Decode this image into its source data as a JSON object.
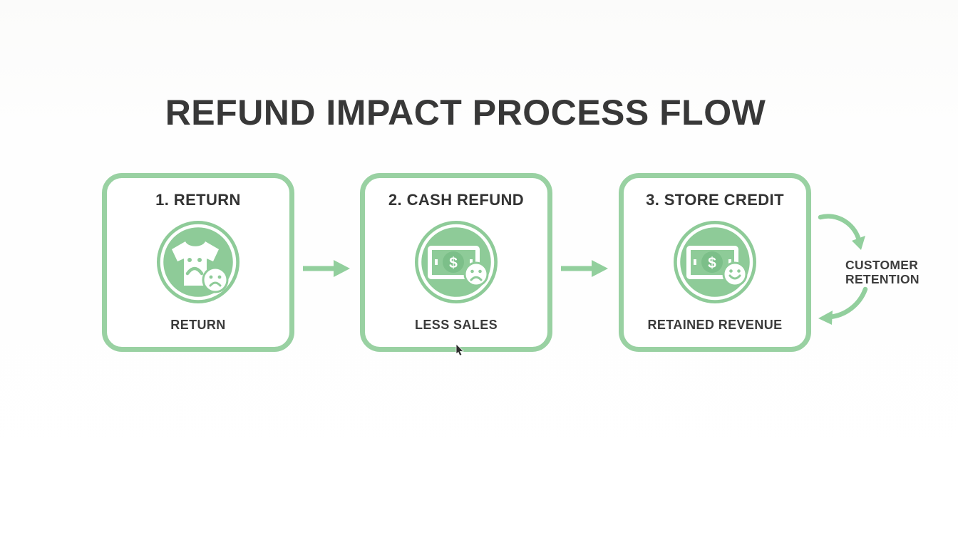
{
  "title": "REFUND IMPACT PROCESS FLOW",
  "steps": [
    {
      "heading": "1. RETURN",
      "caption": "RETURN",
      "icon": "returned-shirt-sad",
      "mood": "sad"
    },
    {
      "heading": "2. CASH REFUND",
      "caption": "LESS SALES",
      "icon": "cash-bill-sad",
      "mood": "sad"
    },
    {
      "heading": "3. STORE CREDIT",
      "caption": "RETAINED REVENUE",
      "icon": "cash-bill-happy",
      "mood": "happy"
    }
  ],
  "cycle_label": "CUSTOMER RETENTION",
  "currency_symbol": "$",
  "colors": {
    "accent_green": "#99d1a2",
    "icon_disc_green": "#8ecb98",
    "dollar_circle_green": "#7cbf89",
    "heading_text": "#383838",
    "caption_text": "#3b3b3b",
    "background": "#fdfdfd"
  }
}
